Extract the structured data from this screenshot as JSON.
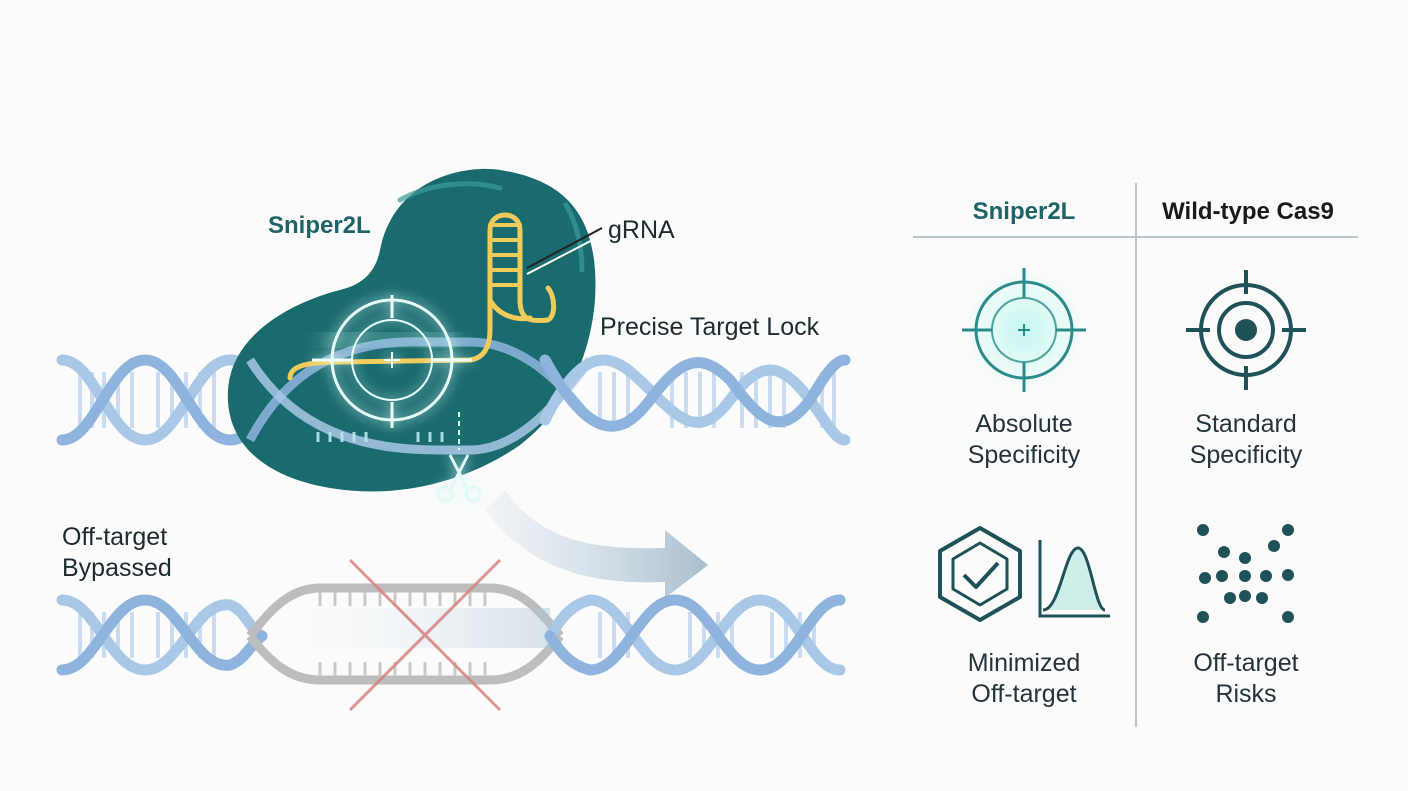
{
  "diagram": {
    "protein_label": "Sniper2L",
    "grna_label": "gRNA",
    "target_label": "Precise Target Lock",
    "offtarget_label": [
      "Off-target",
      "Bypassed"
    ]
  },
  "comparison": {
    "col_left": "Sniper2L",
    "col_right": "Wild-type Cas9",
    "rows": [
      {
        "left": {
          "icon": "crosshair-glow-icon",
          "label": [
            "Absolute",
            "Specificity"
          ]
        },
        "right": {
          "icon": "target-icon",
          "label": [
            "Standard",
            "Specificity"
          ]
        }
      },
      {
        "left": {
          "icon": "hexagon-check-icon",
          "icon2": "narrow-peak-icon",
          "label": [
            "Minimized",
            "Off-target"
          ]
        },
        "right": {
          "icon": "scattered-dots-icon",
          "label": [
            "Off-target",
            "Risks"
          ]
        }
      }
    ]
  },
  "colors": {
    "teal": "#196b6e",
    "teal_dark": "#16555a",
    "dna": "#9fc0e4",
    "grna": "#f0cb5a",
    "glow": "#7ff2ea",
    "gray_dna": "#b8b8b8",
    "red_x": "#d98080"
  }
}
